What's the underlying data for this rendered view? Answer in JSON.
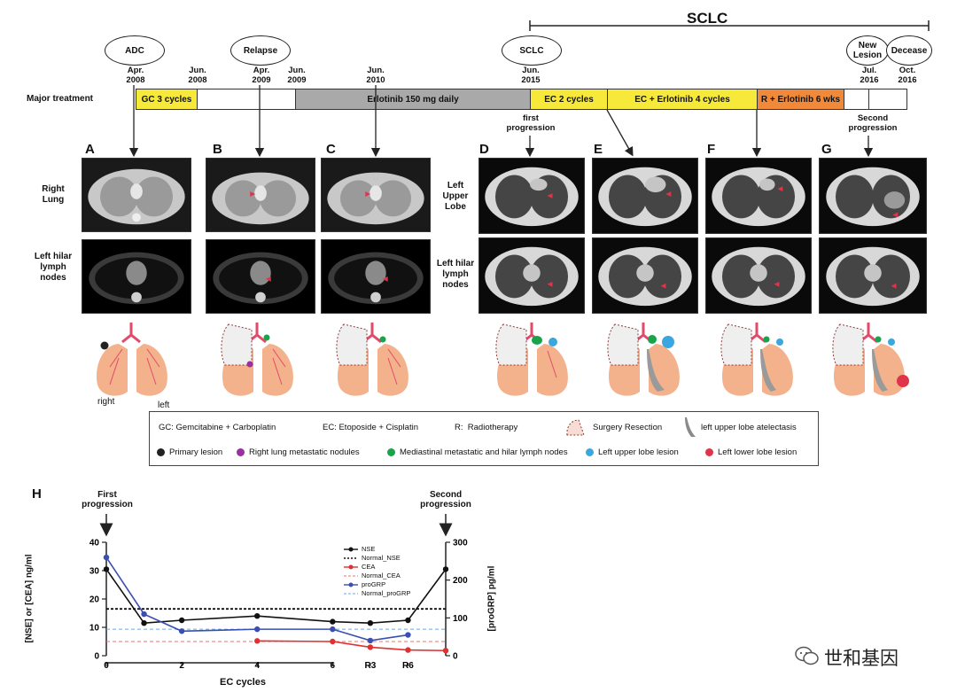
{
  "timeline": {
    "sclc_bracket_label": "SCLC",
    "row_label": "Major treatment",
    "events": [
      {
        "label": "ADC",
        "date": "Apr.\n2008"
      },
      {
        "label": "Relapse",
        "date": "Apr.\n2009"
      },
      {
        "label": "SCLC",
        "date": "Jun.\n2015"
      },
      {
        "label": "New Lesion",
        "date": "Jul.\n2016"
      },
      {
        "label": "Decease",
        "date": "Oct.\n2016"
      }
    ],
    "dates": [
      "Jun.\n2008",
      "Jun.\n2009",
      "Jun.\n2010"
    ],
    "segments": [
      {
        "label": "GC 3 cycles",
        "color": "#f6e93a"
      },
      {
        "label": "",
        "color": "#ffffff"
      },
      {
        "label": "Erlotinib 150 mg daily",
        "color": "#a9a9a9"
      },
      {
        "label": "EC 2 cycles",
        "color": "#f6e93a"
      },
      {
        "label": "EC + Erlotinib 4 cycles",
        "color": "#f6e93a"
      },
      {
        "label": "R + Erlotinib 6 wks",
        "color": "#f08a3a"
      },
      {
        "label": "",
        "color": "#ffffff"
      }
    ],
    "notes": {
      "first": "first\nprogression",
      "second": "Second\nprogression"
    }
  },
  "panels": {
    "letters": [
      "A",
      "B",
      "C",
      "D",
      "E",
      "F",
      "G"
    ],
    "row_labels_left": [
      "Right\nLung",
      "Left hilar\nlymph\nnodes"
    ],
    "row_labels_mid": [
      "Left\nUpper\nLobe",
      "Left hilar\nlymph\nnodes"
    ],
    "side_labels": {
      "right": "right",
      "left": "left"
    }
  },
  "legend": {
    "abbrev": [
      "GC: Gemcitabine + Carboplatin",
      "EC: Etoposide + Cisplatin",
      "R:  Radiotherapy",
      "Surgery Resection",
      "left upper lobe atelectasis"
    ],
    "lesions": [
      {
        "label": "Primary lesion",
        "color": "#222222"
      },
      {
        "label": "Right lung metastatic nodules",
        "color": "#9b2f9b"
      },
      {
        "label": "Mediastinal metastatic and hilar lymph nodes",
        "color": "#1aa34a"
      },
      {
        "label": "Left upper lobe lesion",
        "color": "#3aa7e0"
      },
      {
        "label": "Left lower lobe lesion",
        "color": "#e0344a"
      }
    ]
  },
  "chart_h": {
    "panel_letter": "H",
    "first_label": "First\nprogression",
    "second_label": "Second\nprogression",
    "watermark": "世和基因"
  },
  "chart_data": {
    "type": "line",
    "xlabel": "EC cycles",
    "ylabel_left": "[NSE] or [CEA] ng/ml",
    "ylabel_right": "[proGRP]  pg/ml",
    "ylim_left": [
      0,
      40
    ],
    "ylim_right": [
      0,
      300
    ],
    "yticks_left": [
      "0",
      "10",
      "20",
      "30",
      "40"
    ],
    "yticks_right": [
      "0",
      "100",
      "200",
      "300"
    ],
    "x_tick_labels": [
      "0",
      "2",
      "4",
      "6",
      "R3",
      "R6"
    ],
    "x_positions": [
      0,
      1,
      2,
      4,
      6,
      7,
      8,
      9
    ],
    "series": [
      {
        "name": "NSE",
        "color": "#111111",
        "axis": "left",
        "x": [
          0,
          1,
          2,
          4,
          6,
          7,
          8,
          9
        ],
        "values": [
          30.5,
          11.5,
          12.5,
          14,
          12,
          11.5,
          12.5,
          30.5
        ]
      },
      {
        "name": "CEA",
        "color": "#e03030",
        "axis": "left",
        "x": [
          4,
          6,
          7,
          8,
          9
        ],
        "values": [
          5.2,
          5,
          3,
          2,
          1.8
        ]
      },
      {
        "name": "proGRP",
        "color": "#3a4fb0",
        "axis": "right",
        "x": [
          0,
          1,
          2,
          4,
          6,
          7,
          8
        ],
        "values": [
          260,
          110,
          65,
          70,
          70,
          40,
          55
        ]
      }
    ],
    "reference_lines": [
      {
        "name": "Normal_NSE",
        "color": "#111111",
        "axis": "left",
        "value": 16.5
      },
      {
        "name": "Normal_CEA",
        "color": "#f07070",
        "axis": "left",
        "value": 5
      },
      {
        "name": "Normal_proGRP",
        "color": "#6aa8e8",
        "axis": "right",
        "value": 70
      }
    ]
  }
}
